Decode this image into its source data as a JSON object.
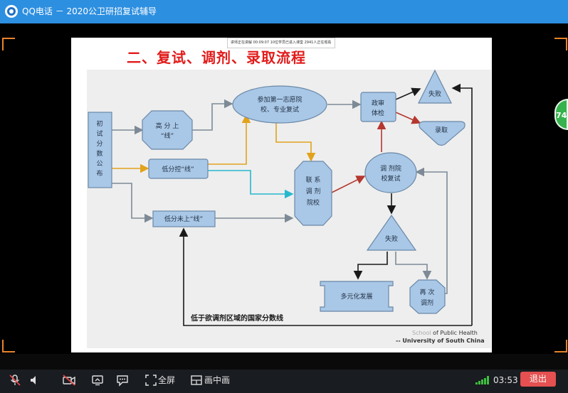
{
  "window": {
    "title": "QQ电话 － 2020公卫研招复试辅导"
  },
  "notification": {
    "text": "讲师正在讲解  00:09:07   10位学员已进入课堂   2941人正在观看"
  },
  "slide": {
    "title": "二、复试、调剂、录取流程",
    "credit": {
      "school": "School",
      "rest": " of Public Health",
      "university": "-- University of South China"
    }
  },
  "flowchart": {
    "nodes": {
      "publish": [
        "初",
        "试",
        "分",
        "数",
        "公",
        "布"
      ],
      "high": [
        "高 分 上",
        "“线”"
      ],
      "low_control": "低分控“线”",
      "low_fail": "低分未上“线”",
      "first_choice": [
        "参加第一志愿院",
        "校、专业复试"
      ],
      "political": [
        "政审",
        "体检"
      ],
      "fail_top": "失败",
      "admit": "录取",
      "contact": [
        "联   系",
        "调   剂",
        "院校"
      ],
      "adjust_school": [
        "调 剂院",
        "校复试"
      ],
      "fail_mid": "失败",
      "diversify": "多元化发展",
      "readjust": [
        "再 次",
        "调剂"
      ]
    },
    "bottom_label": "低于欲调剂区域的国家分数线"
  },
  "toolbar": {
    "fullscreen_label": "全屏",
    "pip_label": "画中画",
    "timer": "03:53",
    "exit_label": "退出"
  },
  "side_badge": {
    "text": "74"
  },
  "colors": {
    "accent": "#2d8fe0",
    "exit": "#e55050",
    "slide_title": "#e21b1b",
    "node_fill": "#a9c7e6",
    "signal": "#3fbf3f"
  }
}
